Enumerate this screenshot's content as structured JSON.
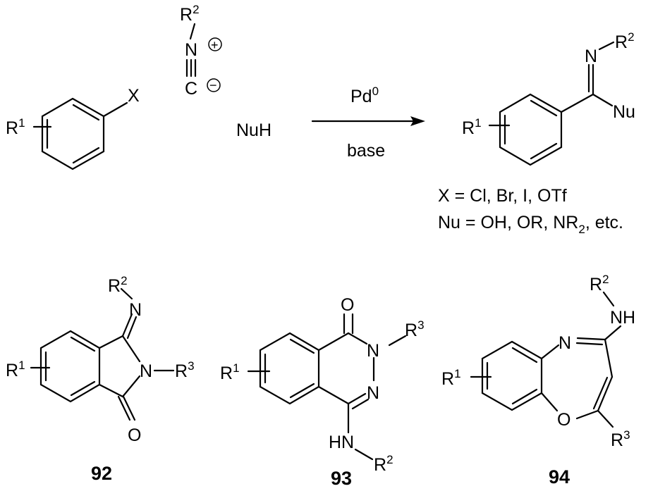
{
  "reactants": {
    "aryl_halide": {
      "r1": "R",
      "r1_sup": "1",
      "x": "X"
    },
    "isocyanide": {
      "r2": "R",
      "r2_sup": "2",
      "n": "N",
      "c": "C",
      "plus": "+",
      "minus": "−"
    },
    "nucleophile": "NuH"
  },
  "arrow": {
    "catalyst": "Pd",
    "catalyst_sup": "0",
    "condition": "base"
  },
  "product": {
    "n": "N",
    "r2": "R",
    "r2_sup": "2",
    "nu": "Nu",
    "r1": "R",
    "r1_sup": "1"
  },
  "notes": {
    "x_def": "X = Cl, Br, I, OTf",
    "nu_def_pre": "Nu = OH, OR, NR",
    "nu_def_sub": "2",
    "nu_def_post": ", etc."
  },
  "compounds": [
    {
      "number": "92",
      "r1": "R",
      "r1_sup": "1",
      "r2": "R",
      "r2_sup": "2",
      "r3": "R",
      "r3_sup": "3",
      "n_imine": "N",
      "n_ring": "N",
      "o": "O"
    },
    {
      "number": "93",
      "r1": "R",
      "r1_sup": "1",
      "r2": "R",
      "r2_sup": "2",
      "r3": "R",
      "r3_sup": "3",
      "o": "O",
      "n_ring1": "N",
      "n_ring2": "N",
      "hn": "HN"
    },
    {
      "number": "94",
      "r1": "R",
      "r1_sup": "1",
      "r2": "R",
      "r2_sup": "2",
      "r3": "R",
      "r3_sup": "3",
      "n_ring": "N",
      "o_ring": "O",
      "nh": "NH"
    }
  ]
}
